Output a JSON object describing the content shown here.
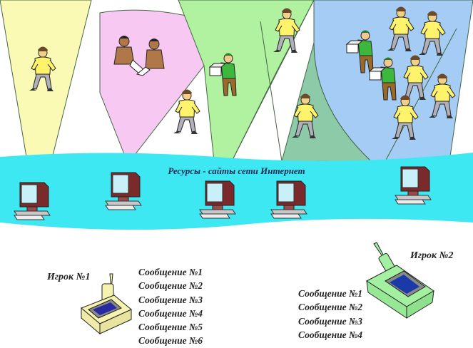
{
  "band": {
    "title": "Ресурсы - сайты сети Интернет"
  },
  "players": [
    {
      "label": "Игрок №1",
      "messages": [
        "Сообщение №1",
        "Сообщение №2",
        "Сообщение №3",
        "Сообщение №4",
        "Сообщение №5",
        "Сообщение №6"
      ]
    },
    {
      "label": "Игрок №2",
      "messages": [
        "Сообщение  №1",
        "Сообщение №2",
        "Сообщение №3",
        "Сообщение №4"
      ]
    }
  ],
  "colors": {
    "band": "#3ee8f2",
    "cone_yellow": "#fafab4",
    "cone_pink": "#f6c8f2",
    "cone_green": "#b0f2a0",
    "cone_teal": "#8ccaa8",
    "cone_blue": "#a4ccf4",
    "device1": "#f6f2b0",
    "device2": "#a2f0a0"
  }
}
